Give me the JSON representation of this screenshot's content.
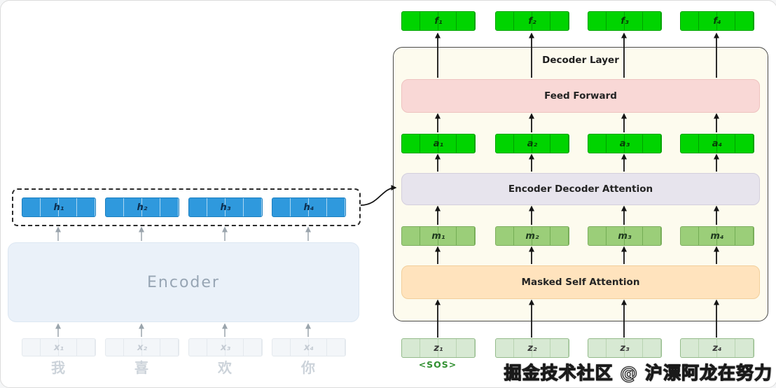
{
  "encoder": {
    "title": "Encoder",
    "h_labels": [
      "h₁",
      "h₂",
      "h₃",
      "h₄"
    ],
    "x_labels": [
      "x₁",
      "x₂",
      "x₃",
      "x₄"
    ],
    "tokens": [
      "我",
      "喜",
      "欢",
      "你"
    ]
  },
  "decoder": {
    "title": "Decoder Layer",
    "feed_forward_label": "Feed Forward",
    "enc_dec_attention_label": "Encoder Decoder Attention",
    "masked_self_attention_label": "Masked Self Attention",
    "f_labels": [
      "f₁",
      "f₂",
      "f₃",
      "f₄"
    ],
    "a_labels": [
      "a₁",
      "a₂",
      "a₃",
      "a₄"
    ],
    "m_labels": [
      "m₁",
      "m₂",
      "m₃",
      "m₄"
    ],
    "z_labels": [
      "z₁",
      "z₂",
      "z₃",
      "z₄"
    ],
    "sos_label": "<SOS>"
  },
  "watermark": "掘金技术社区 @ 沪漂阿龙在努力",
  "colors": {
    "encoder_output_blue": "#2f99dd",
    "decoder_output_green": "#00d400",
    "attention_output_green": "#9bce79",
    "decoder_input_green": "#d7e9d3",
    "feed_forward_pink": "#f9d8d6",
    "enc_dec_attention_gray": "#e7e4ed",
    "masked_self_attention_orange": "#ffe3bd",
    "decoder_layer_bg": "#fdfbee",
    "encoder_bg": "#eaf1f9"
  }
}
